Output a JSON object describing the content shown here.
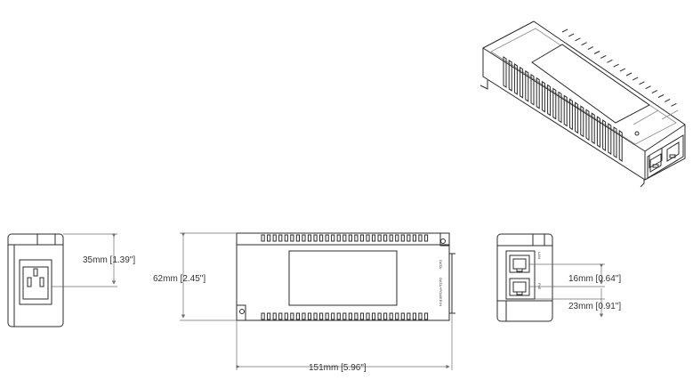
{
  "dimensions": {
    "height": "35mm [1.39\"]",
    "width": "62mm [2.45\"]",
    "length": "151mm [5.96\"]",
    "port_pitch": "16mm [0.64\"]",
    "port_offset": "23mm [0.91\"]"
  },
  "port_labels": {
    "side_top": "DATA",
    "side_mid": "DATA+POWER",
    "side_bottom": "IN"
  }
}
